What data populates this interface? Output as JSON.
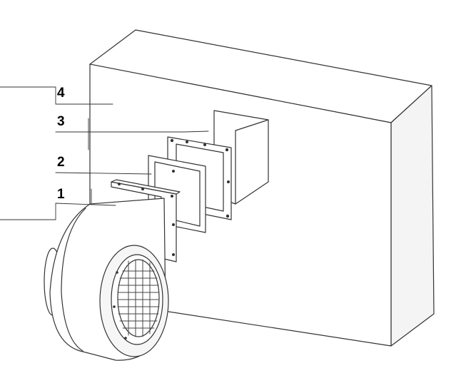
{
  "callouts": [
    {
      "number": "4"
    },
    {
      "number": "3"
    },
    {
      "number": "2"
    },
    {
      "number": "1"
    }
  ],
  "colors": {
    "line": "#333333",
    "fill": "#ffffff",
    "shade": "#f2f2f2"
  }
}
